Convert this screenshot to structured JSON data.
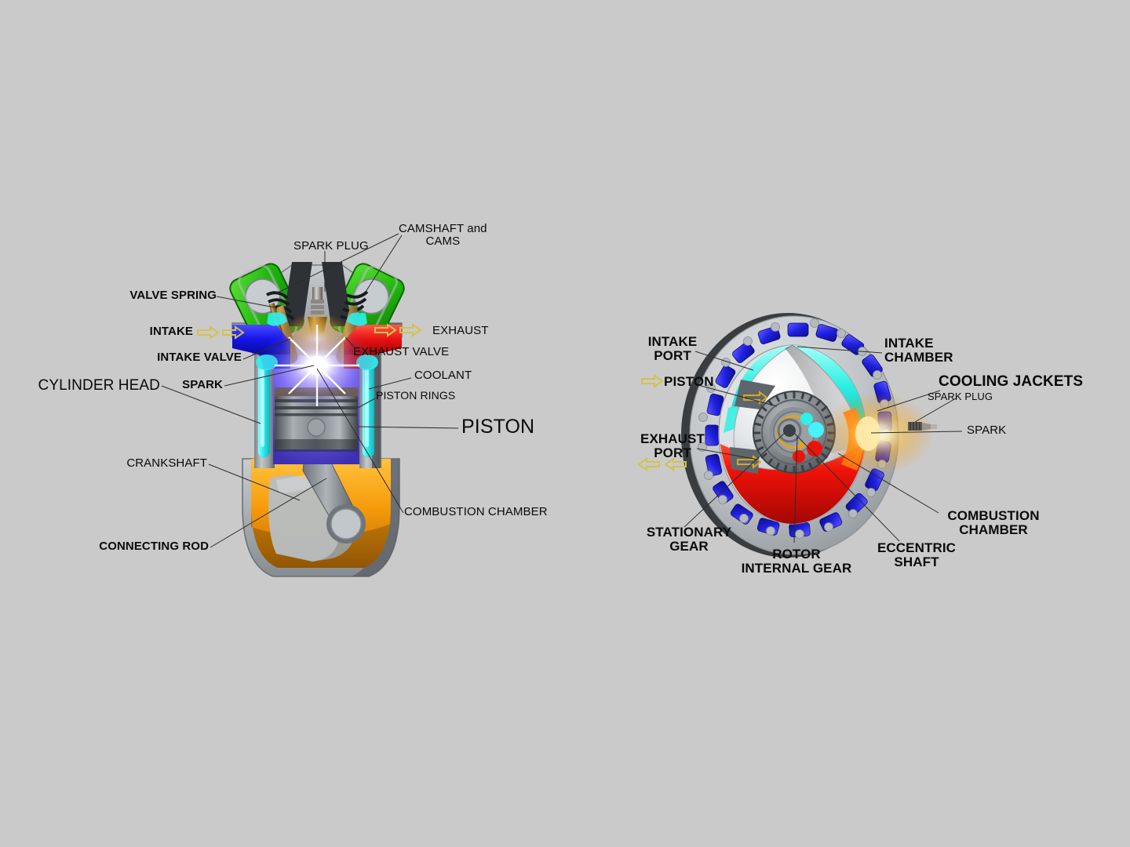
{
  "page": {
    "background_color": "#cacaca",
    "title": "Four-Stroke Piston Engine and Wankel Rotary Engine Cutaway Comparison"
  },
  "piston_engine": {
    "name": "four-stroke-piston-engine-cutaway",
    "colors": {
      "valve_spring_housing": "#2bbb12",
      "intake_runner": "#1414e6",
      "exhaust_runner": "#e81010",
      "coolant": "#2ff0f0",
      "crankcase_oil": "#f79b0c",
      "combustion_glow": "#6a5cf0",
      "metal": "#9aa0a4",
      "cam_dark": "#2e3236",
      "flow_arrow": "#d9c84a"
    },
    "labels": [
      {
        "id": "spark-plug",
        "text": "SPARK PLUG",
        "weight": "normal"
      },
      {
        "id": "camshaft-and-cams",
        "text": "CAMSHAFT and\nCAMS",
        "weight": "normal"
      },
      {
        "id": "valve-spring",
        "text": "VALVE SPRING",
        "weight": "bold"
      },
      {
        "id": "intake",
        "text": "INTAKE",
        "weight": "bold"
      },
      {
        "id": "exhaust",
        "text": "EXHAUST",
        "weight": "normal"
      },
      {
        "id": "intake-valve",
        "text": "INTAKE VALVE",
        "weight": "bold"
      },
      {
        "id": "exhaust-valve",
        "text": "EXHAUST VALVE",
        "weight": "normal"
      },
      {
        "id": "cylinder-head",
        "text": "CYLINDER HEAD",
        "weight": "normal"
      },
      {
        "id": "spark",
        "text": "SPARK",
        "weight": "bold"
      },
      {
        "id": "coolant",
        "text": "COOLANT",
        "weight": "normal"
      },
      {
        "id": "piston-rings",
        "text": "PISTON RINGS",
        "weight": "normal"
      },
      {
        "id": "piston",
        "text": "PISTON",
        "weight": "normal"
      },
      {
        "id": "crankshaft",
        "text": "CRANKSHAFT",
        "weight": "normal"
      },
      {
        "id": "combustion-chamber",
        "text": "COMBUSTION CHAMBER",
        "weight": "normal"
      },
      {
        "id": "connecting-rod",
        "text": "CONNECTING ROD",
        "weight": "bold"
      }
    ]
  },
  "rotary_engine": {
    "name": "wankel-rotary-engine-cutaway",
    "colors": {
      "cooling_jacket": "#1f1fe0",
      "intake_chamber": "#2ff0e4",
      "combustion_chamber": "#ee1208",
      "housing": "#b9bcbf",
      "rotor": "#e6e8ea",
      "gear": "#7d8287",
      "spark_glow": "#ffc233",
      "flow_arrow": "#d9c84a"
    },
    "labels": [
      {
        "id": "intake-port",
        "text": "INTAKE\nPORT",
        "weight": "bold"
      },
      {
        "id": "piston",
        "text": "PISTON",
        "weight": "bold"
      },
      {
        "id": "exhaust-port",
        "text": "EXHAUST\nPORT",
        "weight": "bold"
      },
      {
        "id": "intake-chamber",
        "text": "INTAKE\nCHAMBER",
        "weight": "bold"
      },
      {
        "id": "cooling-jackets",
        "text": "COOLING JACKETS",
        "weight": "bold"
      },
      {
        "id": "spark-plug",
        "text": "SPARK PLUG",
        "weight": "normal"
      },
      {
        "id": "spark",
        "text": "SPARK",
        "weight": "normal"
      },
      {
        "id": "combustion-chamber",
        "text": "COMBUSTION\nCHAMBER",
        "weight": "bold"
      },
      {
        "id": "eccentric-shaft",
        "text": "ECCENTRIC\nSHAFT",
        "weight": "bold"
      },
      {
        "id": "rotor-internal-gear",
        "text": "ROTOR\nINTERNAL GEAR",
        "weight": "bold"
      },
      {
        "id": "stationary-gear",
        "text": "STATIONARY\nGEAR",
        "weight": "bold"
      }
    ]
  }
}
